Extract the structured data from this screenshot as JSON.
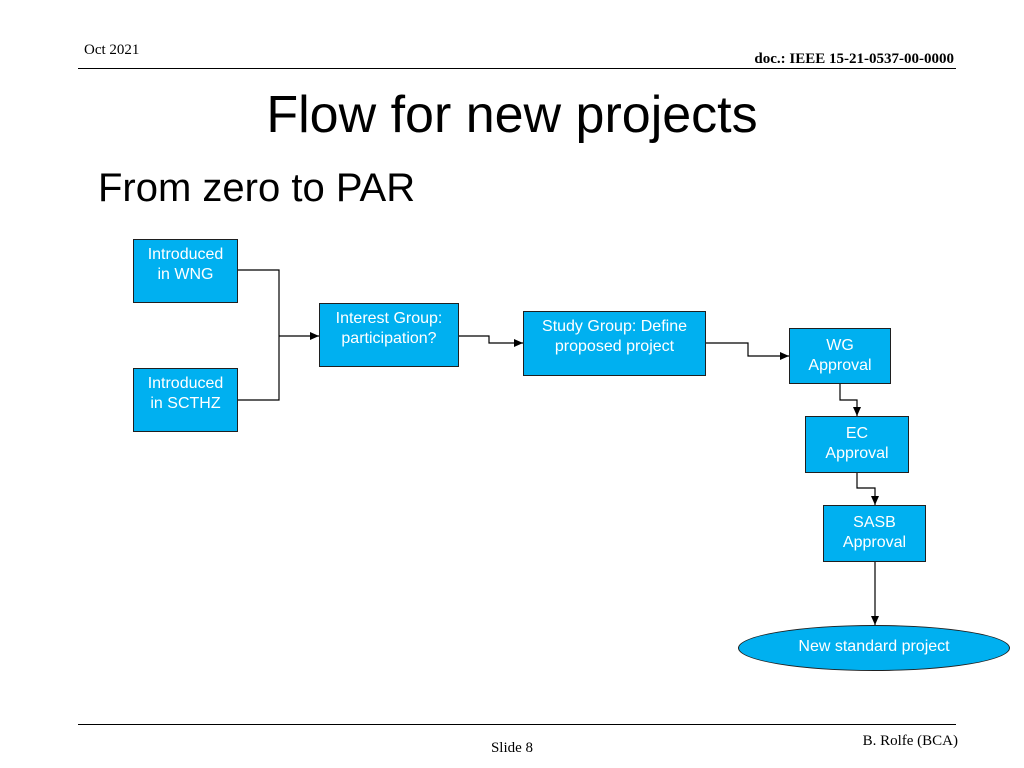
{
  "header": {
    "date": "Oct 2021",
    "doc": "doc.: IEEE 15-21-0537-00-0000"
  },
  "title": "Flow for new projects",
  "subtitle": "From zero to PAR",
  "flow": {
    "wng": "Introduced\nin WNG",
    "scthz": "Introduced\nin SCTHZ",
    "interest_group": "Interest Group:\nparticipation?",
    "study_group": "Study Group: Define\nproposed project",
    "wg": "WG\nApproval",
    "ec": "EC\nApproval",
    "sasb": "SASB\nApproval",
    "new_project": "New standard project"
  },
  "colors": {
    "box_fill": "#00b0f0",
    "box_text": "#ffffff",
    "connector": "#000000"
  },
  "footer": {
    "slide": "Slide 8",
    "author": "B. Rolfe (BCA)"
  }
}
